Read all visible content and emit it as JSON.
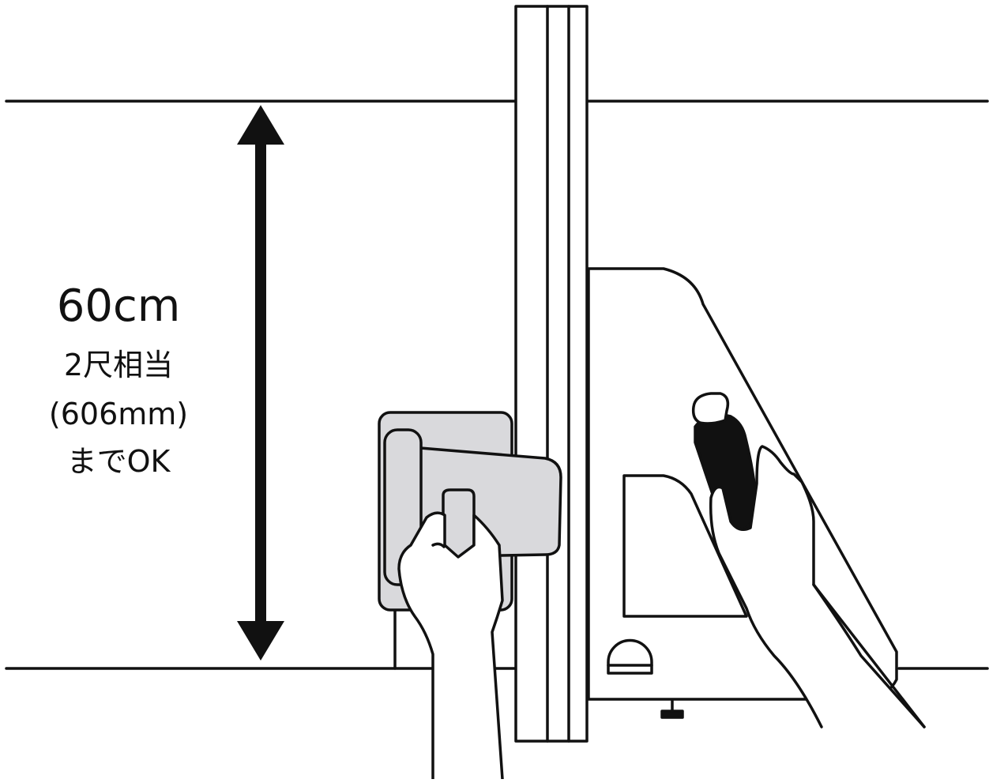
{
  "measurement": {
    "value": "60cm",
    "equivalent": "2尺相当",
    "mm": "(606mm)",
    "ok": "までOK"
  },
  "colors": {
    "ink": "#111111",
    "background": "#ffffff",
    "handle_gray": "#d9d9dc"
  },
  "icons": [
    "double-arrow-icon",
    "hand-icon",
    "knob-icon"
  ]
}
